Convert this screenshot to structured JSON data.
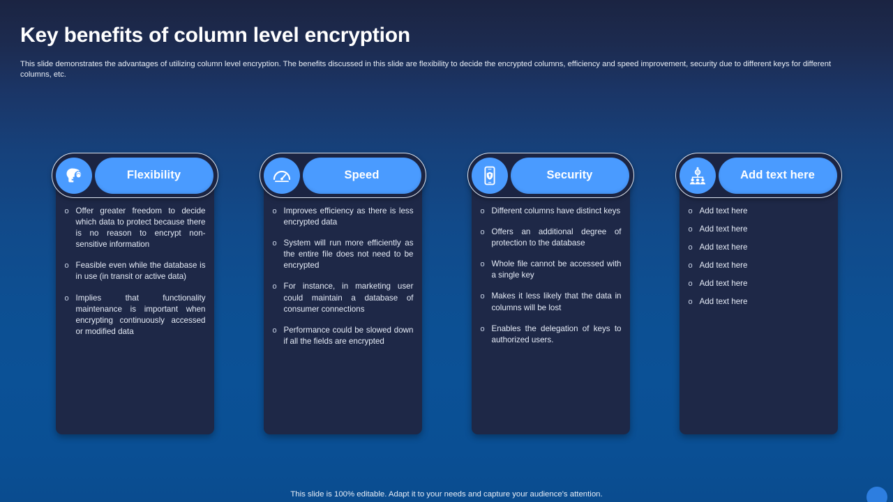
{
  "header": {
    "title": "Key benefits of column level encryption",
    "subtitle": "This slide demonstrates the advantages of utilizing column level encryption. The benefits discussed in this slide are flexibility to decide the encrypted columns, efficiency and speed improvement, security due to different keys for different columns, etc."
  },
  "colors": {
    "accent": "#4a9bff",
    "card_bg": "#1e2847",
    "header_pill_bg": "#1b2442",
    "pill_border": "#dfe6f2",
    "text": "#e6ecf7"
  },
  "bullet_marker": "o",
  "cards": [
    {
      "label": "Flexibility",
      "icon": "head-gear-icon",
      "bullets": [
        "Offer greater freedom to decide which data to protect because there is no reason to encrypt non-sensitive information",
        "Feasible even while the database is in use (in transit or active data)",
        "Implies that functionality maintenance is important when encrypting continuously accessed or modified data"
      ]
    },
    {
      "label": "Speed",
      "icon": "speedometer-icon",
      "bullets": [
        "Improves efficiency as there is less encrypted data",
        "System will run more efficiently as the entire file does not need to be encrypted",
        "For instance, in marketing user could maintain a database of consumer connections",
        "Performance could be slowed down if all the fields are encrypted"
      ]
    },
    {
      "label": "Security",
      "icon": "mobile-shield-icon",
      "bullets": [
        "Different columns have distinct keys",
        "Offers an additional degree of protection to the database",
        "Whole file cannot be accessed with a single key",
        "Makes it less likely that the data in columns will be lost",
        "Enables the delegation of keys to authorized users."
      ]
    },
    {
      "label": "Add text here",
      "icon": "team-hierarchy-icon",
      "bullets": [
        "Add text here",
        "Add text here",
        "Add text here",
        "Add text here",
        "Add text here",
        "Add text here"
      ]
    }
  ],
  "footer": {
    "note": "This slide is 100% editable. Adapt it to your needs and capture your audience's attention."
  }
}
